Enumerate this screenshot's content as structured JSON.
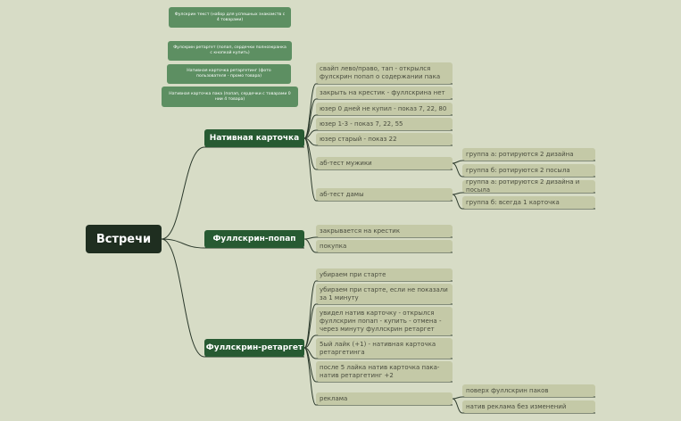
{
  "notes": [
    "Фулскрин текст (набор для успешных знакомств с 4 товарами)",
    "Фулскрин ретаргет (попап, сердечки полноэкранка с кнопкой купить)",
    "Нативная карточка ретаргетинг (фото пользователя - промо товара)",
    "Нативная карточка пака (попап, сердечки с товарами 0 нии 4 товара)"
  ],
  "root": "Встречи",
  "branches": [
    {
      "label": "Нативная карточка",
      "items": [
        {
          "label": "свайп лево/право, тап - открылся фулскрин попап о содержании пака"
        },
        {
          "label": "закрыть на крестик - фуллскрина нет"
        },
        {
          "label": "юзер 0 дней не купил - показ 7, 22, 80"
        },
        {
          "label": "юзер 1-3 - показ 7, 22, 55"
        },
        {
          "label": "юзер старый - показ 22"
        },
        {
          "label": "аб-тест мужики",
          "children": [
            "группа а: ротируются 2 дизайна",
            "группа б: ротируются 2 посыла"
          ]
        },
        {
          "label": "аб-тест дамы",
          "children": [
            "группа а: ротируются 2 дизайна и посыла",
            "группа б: всегда 1 карточка"
          ]
        }
      ]
    },
    {
      "label": "Фуллскрин-попап",
      "items": [
        {
          "label": "закрывается на крестик"
        },
        {
          "label": "покупка"
        }
      ]
    },
    {
      "label": "Фуллскрин-ретаргет",
      "items": [
        {
          "label": "убираем при старте"
        },
        {
          "label": "убираем при старте, если не показали за 1 минуту"
        },
        {
          "label": "увидел натив карточку - открылся фуллскрин попап - купить - отмена - через минуту фуллскрин ретаргет"
        },
        {
          "label": "5ый лайк (+1) - нативная карточка ретаргетинга"
        },
        {
          "label": "после 5 лайка натив карточка пака- натив ретаргетинг +2"
        },
        {
          "label": "реклама",
          "children": [
            "поверх фуллскрин паков",
            "натив реклама без изменений"
          ]
        }
      ]
    }
  ],
  "colors": {
    "background": "#d7dcc6",
    "root": "#1f2e20",
    "branch": "#275a32",
    "note": "#5d8f62",
    "leaf": "#c4c9a7",
    "line": "#2c3a2c"
  }
}
